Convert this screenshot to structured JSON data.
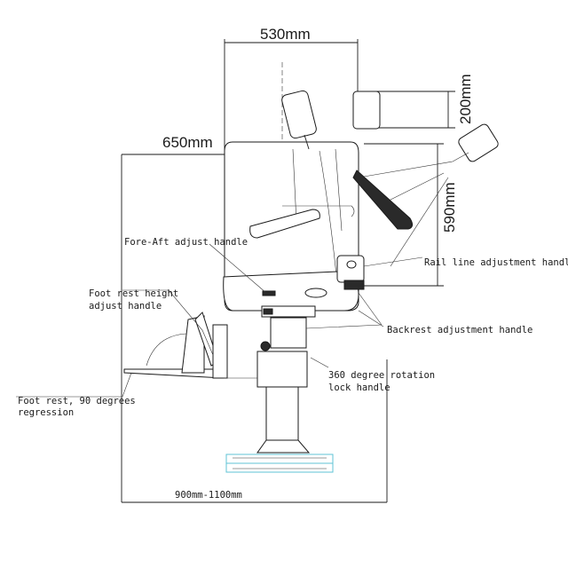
{
  "dimensions": {
    "width_top": "530mm",
    "headrest_height": "200mm",
    "seat_depth": "650mm",
    "back_height": "590mm",
    "floor_range": "900mm-1100mm"
  },
  "labels": {
    "fore_aft": "Fore-Aft adjust handle",
    "foot_height_1": "Foot rest height",
    "foot_height_2": "adjust handle",
    "foot_rest_1": "Foot rest, 90 degrees",
    "foot_rest_2": "regression",
    "rail_line": "Rail line adjustment handle",
    "backrest": "Backrest adjustment handle",
    "rotation_1": "360 degree rotation",
    "rotation_2": "lock handle"
  },
  "colors": {
    "line": "#1a1a1a",
    "base_accent": "#5fc3d6"
  }
}
